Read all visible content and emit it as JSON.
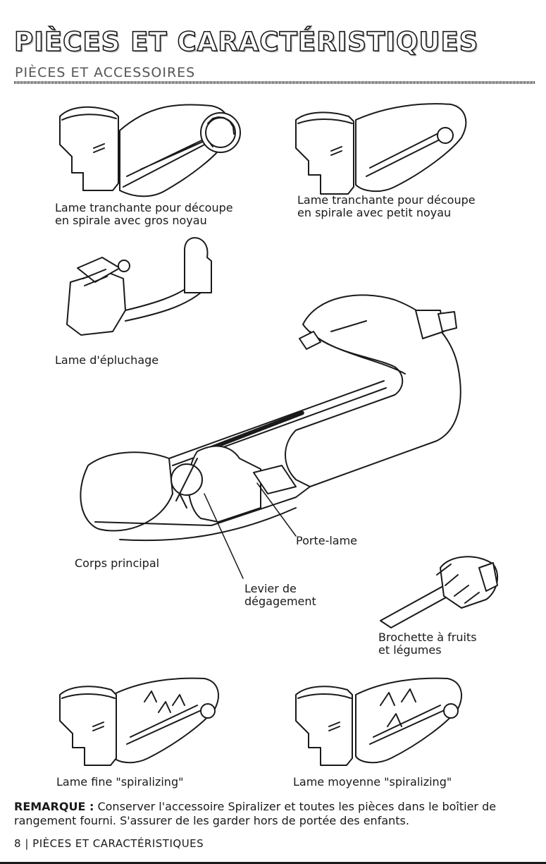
{
  "header": {
    "title": "PIÈCES ET CARACTÉRISTIQUES",
    "subtitle": "PIÈCES ET ACCESSOIRES"
  },
  "parts": {
    "large_core_blade": {
      "line1": "Lame tranchante pour découpe",
      "line2": "en spirale avec gros noyau"
    },
    "small_core_blade": {
      "line1": "Lame tranchante pour découpe",
      "line2": "en spirale avec petit noyau"
    },
    "peeling_blade": {
      "line1": "Lame d'épluchage"
    },
    "main_body": {
      "line1": "Corps principal"
    },
    "blade_holder": {
      "line1": "Porte-lame"
    },
    "release_lever": {
      "line1": "Levier de",
      "line2": "dégagement"
    },
    "skewer": {
      "line1": "Brochette à fruits",
      "line2": "et légumes"
    },
    "fine_blade": {
      "line1": "Lame fine \"spiralizing\""
    },
    "medium_blade": {
      "line1": "Lame moyenne \"spiralizing\""
    }
  },
  "note": {
    "label": "REMARQUE :",
    "text": "Conserver l'accessoire Spiralizer et toutes les pièces dans le boîtier de rangement fourni. S'assurer de les garder hors de portée des enfants."
  },
  "footer": {
    "page_number": "8",
    "separator": "|",
    "section": "PIÈCES ET CARACTÉRISTIQUES"
  }
}
